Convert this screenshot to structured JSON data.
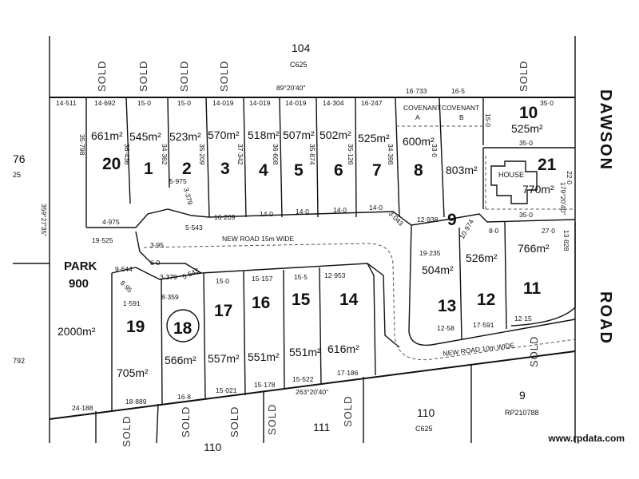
{
  "title": "",
  "roads": {
    "dawson": "DAWSON",
    "road": "ROAD",
    "new_road_top": "NEW ROAD  15m  WIDE",
    "new_road_bottom": "NEW ROAD  10m  WIDE"
  },
  "external": {
    "lot104": "104",
    "lot104_ref": "C625",
    "lot110": "110",
    "lot110_ref": "C625",
    "lot111": "111",
    "lot9_south": "9",
    "lot9_south_ref": "RP210788",
    "lot76": "76",
    "lot76_sub": "25",
    "partial_792": "792",
    "partial_110b": "110"
  },
  "park": {
    "label": "PARK",
    "number": "900",
    "area": "2000m²"
  },
  "bearings": {
    "north": "89°20'40\"",
    "south": "263°20'40\"",
    "east": "179°20'40\"",
    "west": "359°27'35\""
  },
  "sold_label": "SOLD",
  "covenants": {
    "a": "COVENANT A",
    "b": "COVENANT B"
  },
  "house": "HOUSE",
  "lots": [
    {
      "id": "20",
      "area": "661m²"
    },
    {
      "id": "1",
      "area": "545m²"
    },
    {
      "id": "2",
      "area": "523m²"
    },
    {
      "id": "3",
      "area": "570m²"
    },
    {
      "id": "4",
      "area": "518m²"
    },
    {
      "id": "5",
      "area": "507m²"
    },
    {
      "id": "6",
      "area": "502m²"
    },
    {
      "id": "7",
      "area": "525m²"
    },
    {
      "id": "8",
      "area": "600m²"
    },
    {
      "id": "9",
      "area": "803m²"
    },
    {
      "id": "10",
      "area": "525m²"
    },
    {
      "id": "21",
      "area": "770m²"
    },
    {
      "id": "11",
      "area": "766m²"
    },
    {
      "id": "12",
      "area": "526m²"
    },
    {
      "id": "13",
      "area": "504m²"
    },
    {
      "id": "14",
      "area": "616m²"
    },
    {
      "id": "15",
      "area": "551m²"
    },
    {
      "id": "16",
      "area": "551m²"
    },
    {
      "id": "17",
      "area": "557m²"
    },
    {
      "id": "18",
      "area": "566m²"
    },
    {
      "id": "19",
      "area": "705m²"
    }
  ],
  "dims": {
    "top_row": [
      "14·511",
      "14·692",
      "15·0",
      "15·0",
      "14·019",
      "14·019",
      "14·019",
      "14·304",
      "16·247",
      "16·733",
      "16·5",
      "35·0"
    ],
    "front_row": [
      "16·209",
      "14·0",
      "14·0",
      "14·0",
      "14·0"
    ],
    "bottom_row": [
      "24·188",
      "18·889",
      "16·8",
      "15·021",
      "15·178",
      "15·522",
      "17·186"
    ],
    "lot_side": [
      "35·798",
      "36·436",
      "34·362",
      "35·209",
      "37·342",
      "36·608",
      "35·874",
      "35·126",
      "34·398",
      "33·0"
    ],
    "misc": [
      "5·975",
      "3·379",
      "5·543",
      "4·975",
      "3·95",
      "6·0",
      "19·525",
      "9·644",
      "8·95",
      "3·379",
      "5·543",
      "1·591",
      "8·359",
      "15·0",
      "15·157",
      "15·5",
      "12·953",
      "19·235",
      "12·938",
      "10·974",
      "8·0",
      "27·0",
      "12·58",
      "17·591",
      "12·15",
      "13·828",
      "3·043",
      "22·0",
      "15·0",
      "35·0",
      "35·0"
    ]
  },
  "watermark": "www.rpdata.com"
}
